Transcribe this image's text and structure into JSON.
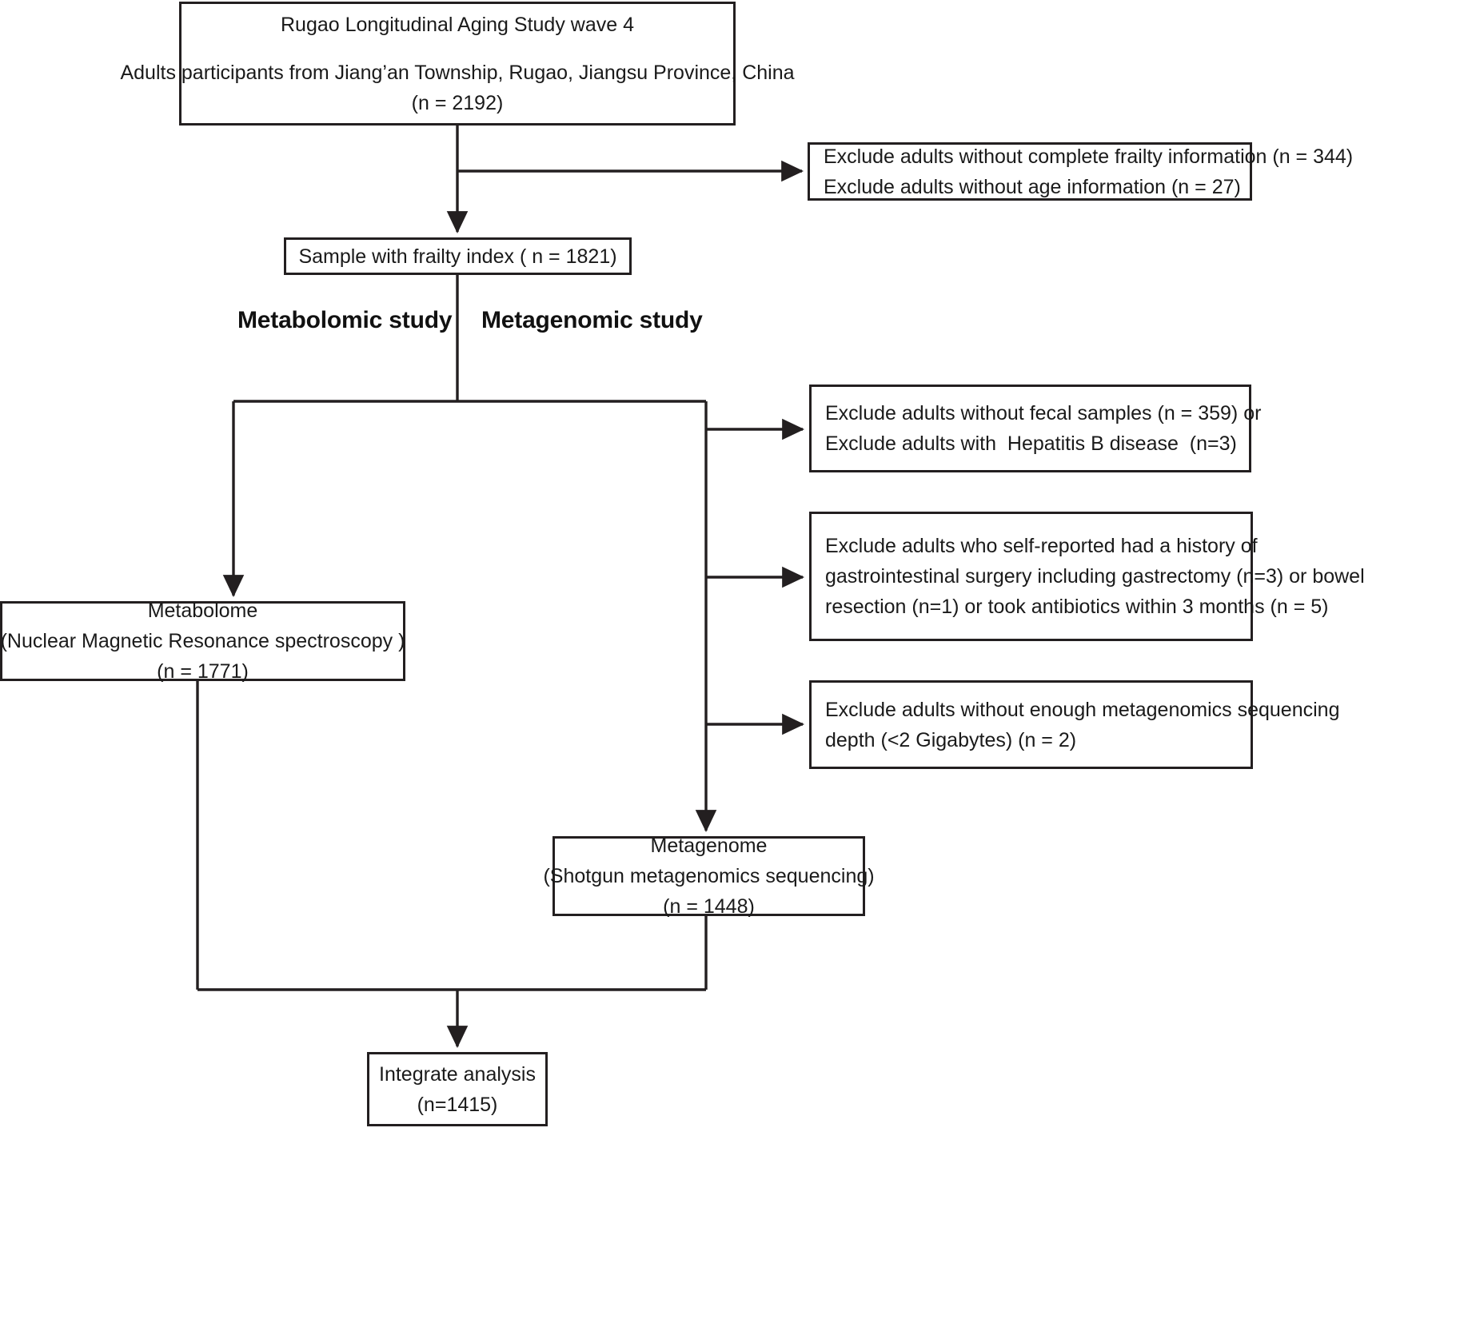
{
  "diagram": {
    "title": "Study participant flow diagram",
    "colors": {
      "box_border": "#231f20",
      "background": "#ffffff",
      "text": "#1a1a1a",
      "connector": "#231f20"
    },
    "nodes": {
      "source": {
        "line1": "Rugao Longitudinal Aging Study wave 4",
        "line2": "Adults participants from Jiang’an Township, Rugao, Jiangsu Province, China",
        "line3": "(n = 2192)",
        "n": 2192
      },
      "exclusion_1": {
        "line1": "Exclude adults without complete frailty information (n = 344)",
        "line2": "Exclude adults without age information (n = 27)",
        "n_frailty": 344,
        "n_age": 27
      },
      "frailty_sample": {
        "line1": "Sample with frailty index ( n = 1821)",
        "n": 1821
      },
      "exclusion_2": {
        "line1": "Exclude adults without fecal samples (n = 359) or",
        "line2": "Exclude adults with  Hepatitis B disease  (n=3)",
        "n_fecal": 359,
        "n_hepatitis": 3
      },
      "exclusion_3": {
        "line1": "Exclude adults who self-reported had a history of",
        "line2": "gastrointestinal surgery including gastrectomy (n=3) or bowel",
        "line3": "resection (n=1) or took antibiotics within 3 months (n = 5)",
        "n_gastrectomy": 3,
        "n_resection": 1,
        "n_antibiotics": 5
      },
      "exclusion_4": {
        "line1": "Exclude adults without enough metagenomics sequencing",
        "line2": "depth (<2 Gigabytes) (n = 2)",
        "n": 2
      },
      "metabolome": {
        "line1": "Metabolome",
        "line2": "(Nuclear Magnetic Resonance spectroscopy )",
        "line3": "(n = 1771)",
        "n": 1771
      },
      "metagenome": {
        "line1": "Metagenome",
        "line2": "(Shotgun metagenomics sequencing)",
        "line3": "(n = 1448)",
        "n": 1448
      },
      "integrate": {
        "line1": "Integrate analysis",
        "line2": "(n=1415)",
        "n": 1415
      }
    },
    "branch_labels": {
      "metabolomic": "Metabolomic study",
      "metagenomic": "Metagenomic study"
    }
  }
}
